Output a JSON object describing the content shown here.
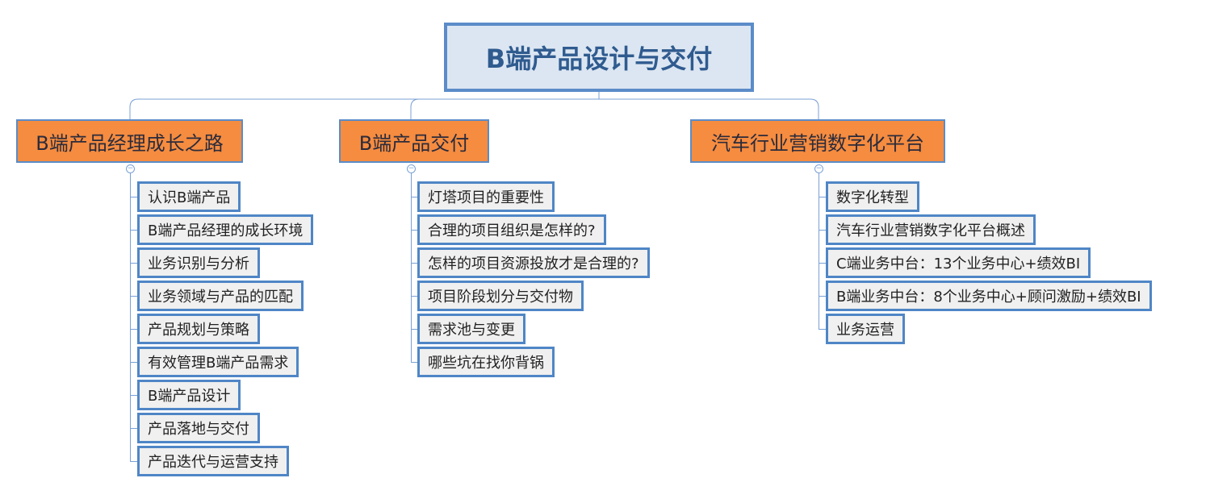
{
  "root": {
    "title": "B端产品设计与交付"
  },
  "branches": [
    {
      "title": "B端产品经理成长之路",
      "children": [
        "认识B端产品",
        "B端产品经理的成长环境",
        "业务识别与分析",
        "业务领域与产品的匹配",
        "产品规划与策略",
        "有效管理B端产品需求",
        "B端产品设计",
        "产品落地与交付",
        "产品迭代与运营支持"
      ]
    },
    {
      "title": "B端产品交付",
      "children": [
        "灯塔项目的重要性",
        "合理的项目组织是怎样的?",
        "怎样的项目资源投放才是合理的?",
        "项目阶段划分与交付物",
        "需求池与变更",
        "哪些坑在找你背锅"
      ]
    },
    {
      "title": "汽车行业营销数字化平台",
      "children": [
        "数字化转型",
        "汽车行业营销数字化平台概述",
        "C端业务中台：13个业务中心+绩效BI",
        "B端业务中台：8个业务中心+顾问激励+绩效BI",
        "业务运营"
      ]
    }
  ],
  "colors": {
    "root_bg": "#dce6f2",
    "border": "#5b8cc8",
    "branch_bg": "#f58c40",
    "leaf_bg": "#f0f0f0",
    "line": "#7aa0d4"
  }
}
